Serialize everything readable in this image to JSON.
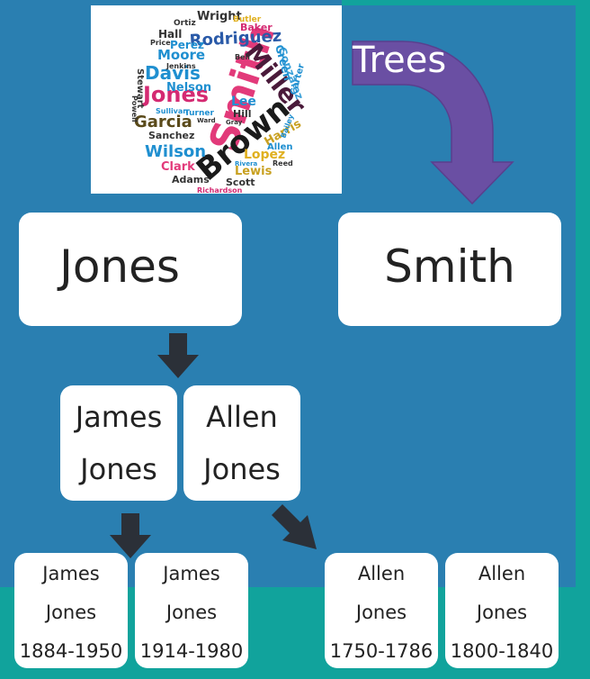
{
  "title": "Trees",
  "colors": {
    "background": "#2a7fb1",
    "teal": "#11a39c",
    "purple_arrow": "#6a4fa3",
    "dark_arrow": "#2b3038"
  },
  "word_cloud": {
    "words": [
      {
        "text": "Smith",
        "color": "#e23a7a"
      },
      {
        "text": "Brown",
        "color": "#1a1a1a"
      },
      {
        "text": "Miller",
        "color": "#4a1a3a"
      },
      {
        "text": "Jones",
        "color": "#d42a72"
      },
      {
        "text": "Rodriguez",
        "color": "#2a5aa8"
      },
      {
        "text": "Davis",
        "color": "#1f8fd0"
      },
      {
        "text": "Garcia",
        "color": "#5a4a1a"
      },
      {
        "text": "Wilson",
        "color": "#1f8fd0"
      },
      {
        "text": "Moore",
        "color": "#1f8fd0"
      },
      {
        "text": "Gonzalez",
        "color": "#3aa0d8"
      },
      {
        "text": "Lopez",
        "color": "#e0b020"
      },
      {
        "text": "Lewis",
        "color": "#c8a020"
      },
      {
        "text": "Clark",
        "color": "#e23a7a"
      },
      {
        "text": "Hall",
        "color": "#333333"
      },
      {
        "text": "Wright",
        "color": "#333333"
      },
      {
        "text": "Baker",
        "color": "#d42a72"
      },
      {
        "text": "Lee",
        "color": "#1f8fd0"
      },
      {
        "text": "Hill",
        "color": "#333333"
      },
      {
        "text": "Harris",
        "color": "#c8a020"
      },
      {
        "text": "Perez",
        "color": "#1f8fd0"
      },
      {
        "text": "Nelson",
        "color": "#1f8fd0"
      },
      {
        "text": "Turner",
        "color": "#1f8fd0"
      },
      {
        "text": "Sanchez",
        "color": "#333333"
      },
      {
        "text": "Adams",
        "color": "#333333"
      },
      {
        "text": "Scott",
        "color": "#333333"
      },
      {
        "text": "Allen",
        "color": "#1f8fd0"
      },
      {
        "text": "Green",
        "color": "#1f8fd0"
      },
      {
        "text": "Carter",
        "color": "#1f8fd0"
      },
      {
        "text": "Stewart",
        "color": "#333333"
      },
      {
        "text": "Ortiz",
        "color": "#333333"
      },
      {
        "text": "Butler",
        "color": "#e0b020"
      },
      {
        "text": "Price",
        "color": "#333333"
      },
      {
        "text": "Jenkins",
        "color": "#333333"
      },
      {
        "text": "Sullivan",
        "color": "#1f8fd0"
      },
      {
        "text": "Powell",
        "color": "#333333"
      },
      {
        "text": "Bell",
        "color": "#333333"
      },
      {
        "text": "Reed",
        "color": "#333333"
      },
      {
        "text": "Richardson",
        "color": "#d42a72"
      },
      {
        "text": "Bailey",
        "color": "#1f8fd0"
      },
      {
        "text": "Rivera",
        "color": "#1f8fd0"
      },
      {
        "text": "Ward",
        "color": "#333333"
      },
      {
        "text": "Gray",
        "color": "#333333"
      }
    ]
  },
  "nodes": {
    "jones": "Jones",
    "smith": "Smith",
    "james_jones": {
      "line1": "James",
      "line2": "Jones"
    },
    "allen_jones": {
      "line1": "Allen",
      "line2": "Jones"
    },
    "james_1884": {
      "line1": "James",
      "line2": "Jones",
      "line3": "1884-1950"
    },
    "james_1914": {
      "line1": "James",
      "line2": "Jones",
      "line3": "1914-1980"
    },
    "allen_1750": {
      "line1": "Allen",
      "line2": "Jones",
      "line3": "1750-1786"
    },
    "allen_1800": {
      "line1": "Allen",
      "line2": "Jones",
      "line3": "1800-1840"
    }
  }
}
